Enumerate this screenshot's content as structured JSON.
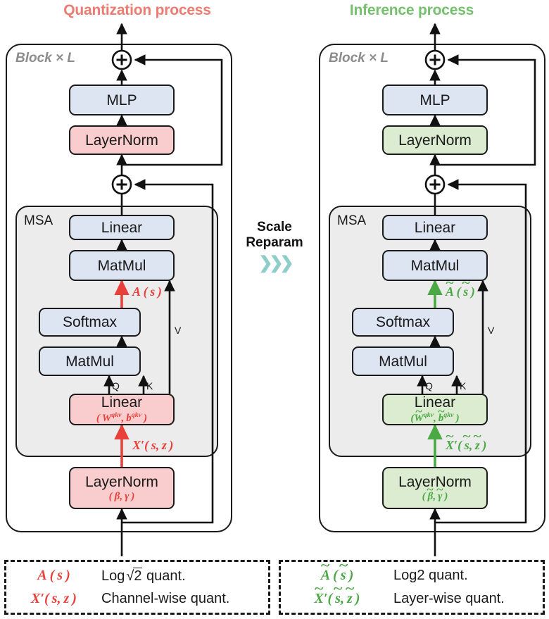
{
  "titles": {
    "left": "Quantization process",
    "right": "Inference process"
  },
  "colors": {
    "quant_accent": "#ec7b72",
    "infer_accent": "#76bf6e",
    "red_math": "#e8413c",
    "green_math": "#4aa845",
    "blue_box": "#dde5f2",
    "pink_box": "#f9cdcd",
    "green_box": "#dcecd0",
    "msa_panel": "#ececec",
    "block_label": "#8c8c8c",
    "reparam_arrows": "#8ecdc8"
  },
  "block_label": "Block × L",
  "msa_label": "MSA",
  "reparam": {
    "line1": "Scale",
    "line2": "Reparam",
    "arrows": "❯❯❯"
  },
  "left": {
    "mlp": "MLP",
    "layernorm_top": "LayerNorm",
    "linear_out": "Linear",
    "matmul_top": "MatMul",
    "softmax": "Softmax",
    "matmul_bottom": "MatMul",
    "linear_qkv": "Linear",
    "linear_qkv_sub": "( W qkv , b qkv )",
    "layernorm_bottom": "LayerNorm",
    "layernorm_bottom_sub": "( β , γ )",
    "annot_attention": "A ( s )",
    "annot_input": "X ′ ( s , z )",
    "label_q": "Q",
    "label_k": "K",
    "label_v": "V"
  },
  "right": {
    "mlp": "MLP",
    "layernorm_top": "LayerNorm",
    "linear_out": "Linear",
    "matmul_top": "MatMul",
    "softmax": "Softmax",
    "matmul_bottom": "MatMul",
    "linear_qkv": "Linear",
    "linear_qkv_sub": "( W̃ qkv , b̃ qkv )",
    "layernorm_bottom": "LayerNorm",
    "layernorm_bottom_sub": "( β̃ , γ̃ )",
    "annot_attention": "Ã ( s̃ )",
    "annot_input": "X̃ ′ ( s̃ , z̃ )",
    "label_q": "Q",
    "label_k": "K",
    "label_v": "V"
  },
  "legend_left": {
    "rows": [
      {
        "symbol": "A ( s )",
        "desc": "Log√2 quant."
      },
      {
        "symbol": "X ′ ( s , z )",
        "desc": "Channel-wise quant."
      }
    ]
  },
  "legend_right": {
    "rows": [
      {
        "symbol": "Ã ( s̃ )",
        "desc": "Log2 quant."
      },
      {
        "symbol": "X̃ ′ ( s̃ , z̃ )",
        "desc": "Layer-wise quant."
      }
    ]
  }
}
